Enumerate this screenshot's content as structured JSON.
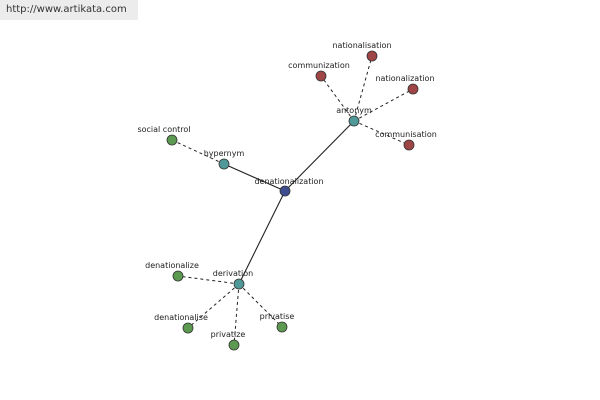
{
  "page": {
    "url": "http://www.artikata.com"
  },
  "graph": {
    "colors": {
      "root": "#3d4d8f",
      "relation": "#4f9a98",
      "antonym_term": "#a04545",
      "related_term": "#5b9a50",
      "edge": "#222222",
      "node_outline": "#333333"
    },
    "root": {
      "label": "denationalization"
    },
    "hubs": [
      {
        "id": "hypernym",
        "label": "hypernym",
        "icon": "teal-node-icon"
      },
      {
        "id": "antonym",
        "label": "antonym",
        "icon": "teal-node-icon"
      },
      {
        "id": "derivation",
        "label": "derivation",
        "icon": "teal-node-icon"
      }
    ],
    "leaves": [
      {
        "hub": "hypernym",
        "label": "social control",
        "kind": "related_term"
      },
      {
        "hub": "antonym",
        "label": "nationalisation",
        "kind": "antonym_term"
      },
      {
        "hub": "antonym",
        "label": "communization",
        "kind": "antonym_term"
      },
      {
        "hub": "antonym",
        "label": "nationalization",
        "kind": "antonym_term"
      },
      {
        "hub": "antonym",
        "label": "communisation",
        "kind": "antonym_term"
      },
      {
        "hub": "derivation",
        "label": "denationalize",
        "kind": "related_term"
      },
      {
        "hub": "derivation",
        "label": "denationalise",
        "kind": "related_term"
      },
      {
        "hub": "derivation",
        "label": "privatize",
        "kind": "related_term"
      },
      {
        "hub": "derivation",
        "label": "privatise",
        "kind": "related_term"
      }
    ]
  }
}
